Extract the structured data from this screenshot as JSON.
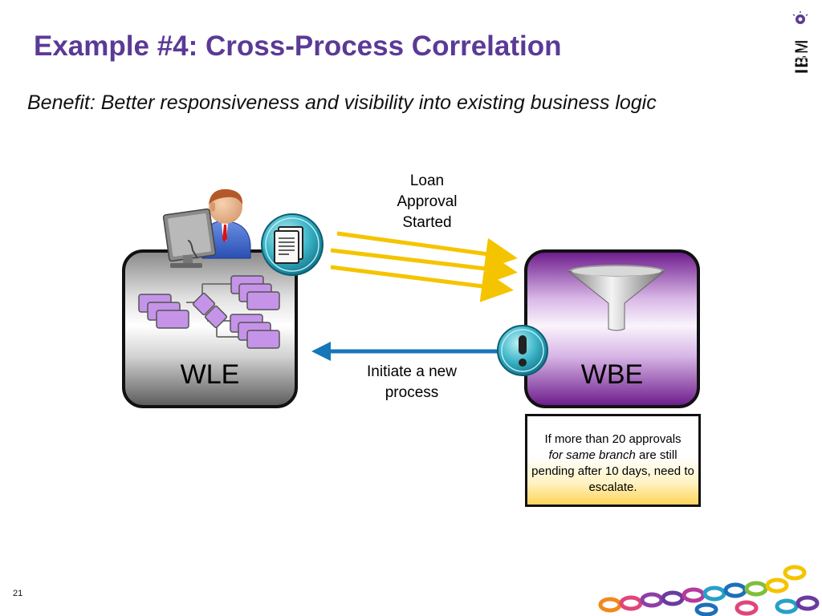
{
  "slide": {
    "title": "Example #4: Cross-Process Correlation",
    "subtitle": "Benefit: Better responsiveness and visibility into existing business logic",
    "page_number": "21",
    "logo_text": "IBM"
  },
  "nodes": {
    "wle": {
      "label": "WLE"
    },
    "wbe": {
      "label": "WBE"
    }
  },
  "flows": {
    "event": {
      "line1": "Loan",
      "line2": "Approval",
      "line3": "Started"
    },
    "action": {
      "line1": "Initiate a new",
      "line2": "process"
    }
  },
  "rule": {
    "part1": "If more than 20 approvals",
    "part2_italic": "for same branch",
    "part3": " are still pending after 10 days, need to escalate."
  },
  "colors": {
    "title": "#5b3a96",
    "event_arrows": "#f5c400",
    "action_arrow": "#1577b8",
    "wbe_purple": "#6f1d8e",
    "activity_box": "#c594e8"
  },
  "icons": [
    "person-at-computer-icon",
    "document-icon",
    "funnel-icon",
    "exclamation-icon",
    "ibm-logo"
  ]
}
